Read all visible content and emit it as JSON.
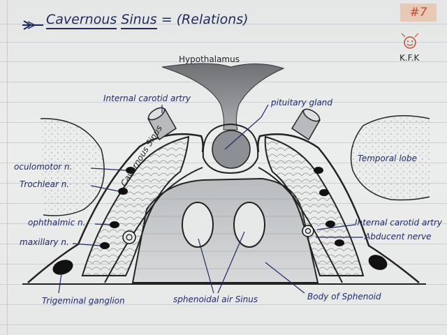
{
  "header": {
    "title_part1": "Cavernous",
    "title_part2": "Sinus",
    "title_part3": "= (Relations)",
    "page_number": "#7",
    "author": "K.F.K"
  },
  "labels": {
    "hypothalamus": "Hypothalamus",
    "internal_carotid_top": "Internal carotid artry",
    "pituitary_gland": "pituitary gland",
    "temporal_lobe": "Temporal lobe",
    "oculomotor": "oculomotor n.",
    "trochlear": "Trochlear n.",
    "ophthalmic": "ophthalmic n.",
    "maxillary": "maxillary n.",
    "cavernous_sinus": "Cavernous Sinus",
    "internal_carotid_right": "Internal carotid artry",
    "abducent": "Abducent nerve",
    "trigeminal_ganglion": "Trigeminal ganglion",
    "sphenoidal_air_sinus": "sphenoidal air Sinus",
    "body_of_sphenoid": "Body of Sphenoid"
  },
  "colors": {
    "ink_blue": "#1f2a66",
    "pencil": "#222222",
    "badge_bg": "#e8c9b6",
    "badge_text": "#c24a2d"
  }
}
